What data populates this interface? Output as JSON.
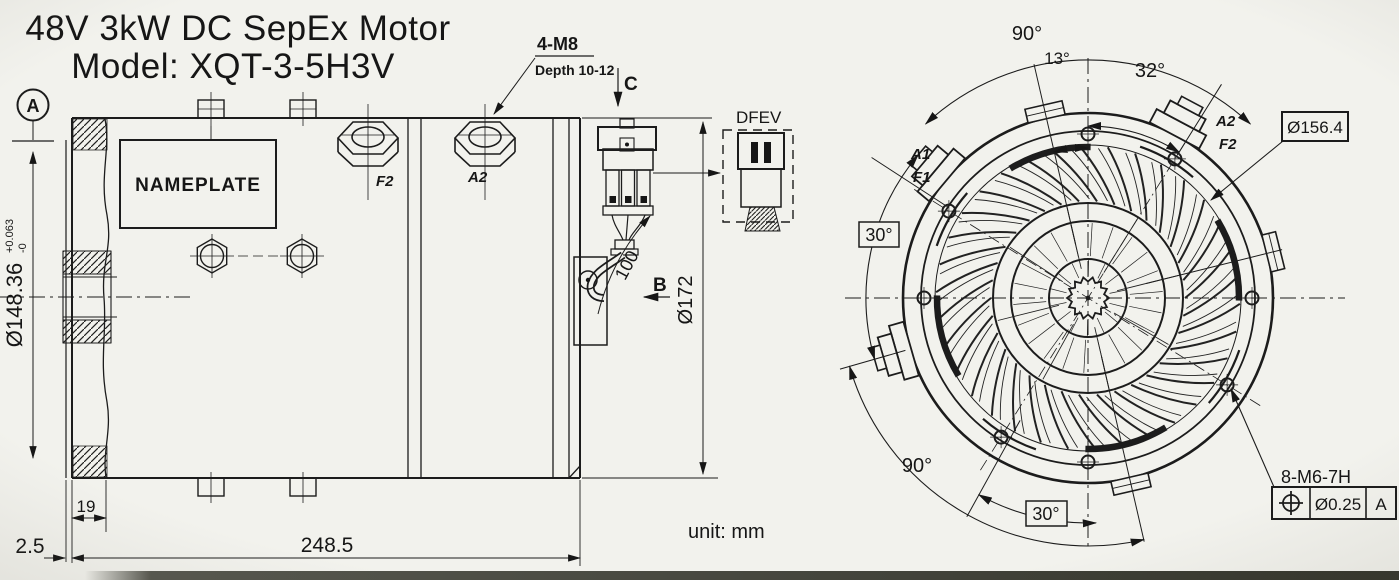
{
  "drawing": {
    "title_line1": "48V 3kW DC SepEx Motor",
    "title_line2": "Model: XQT-3-5H3V",
    "unit_note": "unit: mm"
  },
  "side_view": {
    "datum": "A",
    "nameplate": "NAMEPLATE",
    "thread_callout": "4-M8",
    "thread_depth": "Depth 10-12",
    "terminal_f2": "F2",
    "terminal_a2": "A2",
    "connector_name": "DFEV",
    "section_b": "B",
    "section_c": "C",
    "dim_bore": "Ø148.36",
    "dim_bore_tol_plus": "+0.063",
    "dim_bore_tol_minus": "-0",
    "dim_body_dia": "Ø172",
    "dim_cable": "100",
    "dim_flange": "19",
    "dim_face": "2.5",
    "dim_length": "248.5"
  },
  "end_view": {
    "label_a1": "A1",
    "label_f1": "F1",
    "label_a2": "A2",
    "label_f2": "F2",
    "dim_angle_top": "90°",
    "dim_angle_13": "13°",
    "dim_angle_32": "32°",
    "dim_angle_30_left": "30°",
    "dim_angle_90_bottom": "90°",
    "dim_angle_30_bottom": "30°",
    "dim_bolt_circle": "Ø156.4",
    "thread_callout": "8-M6-7H",
    "fcf_tolerance": "Ø0.25",
    "fcf_datum": "A"
  }
}
